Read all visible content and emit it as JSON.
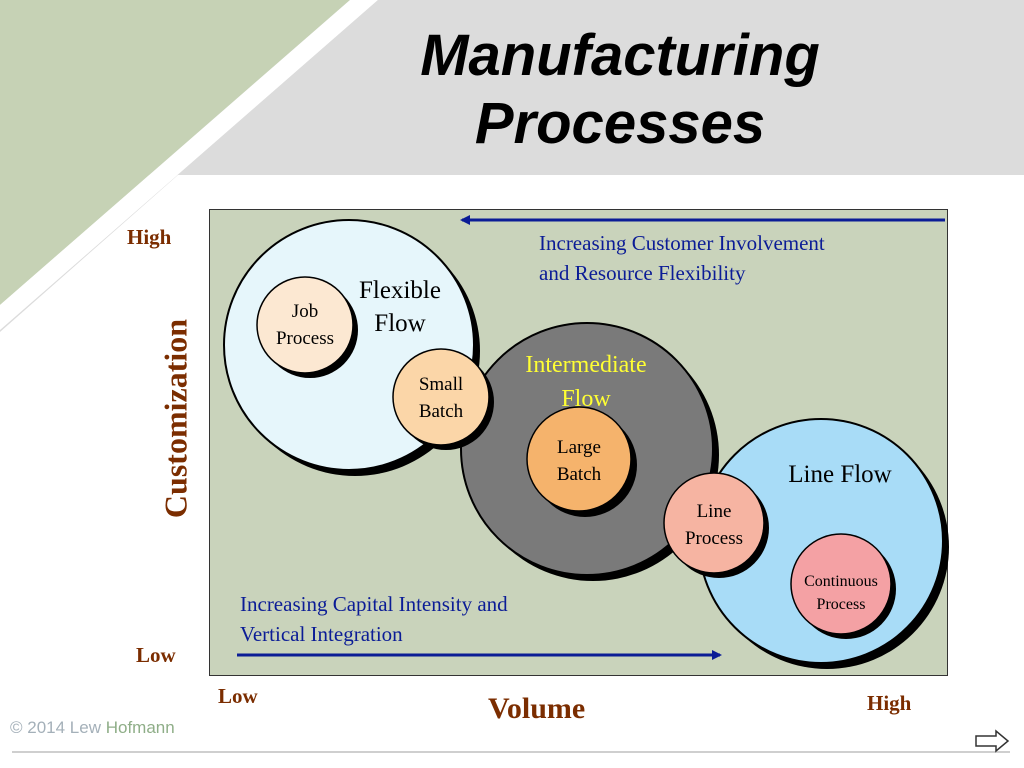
{
  "title": {
    "line1": "Manufacturing",
    "line2": "Processes"
  },
  "colors": {
    "title_band": "#dcdcdc",
    "green_band": "#c6d2b5",
    "plot_bg": "#c9d3bb",
    "flexible_flow_fill": "#e6f6fb",
    "intermediate_flow_fill": "#7a7a7a",
    "line_flow_fill": "#a8dcf7",
    "arrow": "#0b1c96",
    "axis_text": "#7b2d00",
    "intermediate_label": "#ffff33"
  },
  "diagram": {
    "y_axis": {
      "label": "Customization",
      "high": "High",
      "low": "Low"
    },
    "x_axis": {
      "label": "Volume",
      "low": "Low",
      "high": "High"
    },
    "top_arrow_note": {
      "line1": "Increasing Customer Involvement",
      "line2": "and Resource Flexibility"
    },
    "bottom_arrow_note": {
      "line1": "Increasing Capital Intensity and",
      "line2": "Vertical Integration"
    },
    "regions": {
      "flexible": {
        "line1": "Flexible",
        "line2": "Flow"
      },
      "intermediate": {
        "line1": "Intermediate",
        "line2": "Flow"
      },
      "line": {
        "line1": "Line Flow"
      }
    },
    "processes": {
      "job": {
        "line1": "Job",
        "line2": "Process"
      },
      "small_batch": {
        "line1": "Small",
        "line2": "Batch"
      },
      "large_batch": {
        "line1": "Large",
        "line2": "Batch"
      },
      "line_process": {
        "line1": "Line",
        "line2": "Process"
      },
      "continuous": {
        "line1": "Continuous",
        "line2": "Process"
      }
    }
  },
  "footer": {
    "copyright": "© 2014 Lew",
    "author_accent": "Hofmann"
  },
  "nav": {
    "next_icon": "right-arrow-icon"
  }
}
